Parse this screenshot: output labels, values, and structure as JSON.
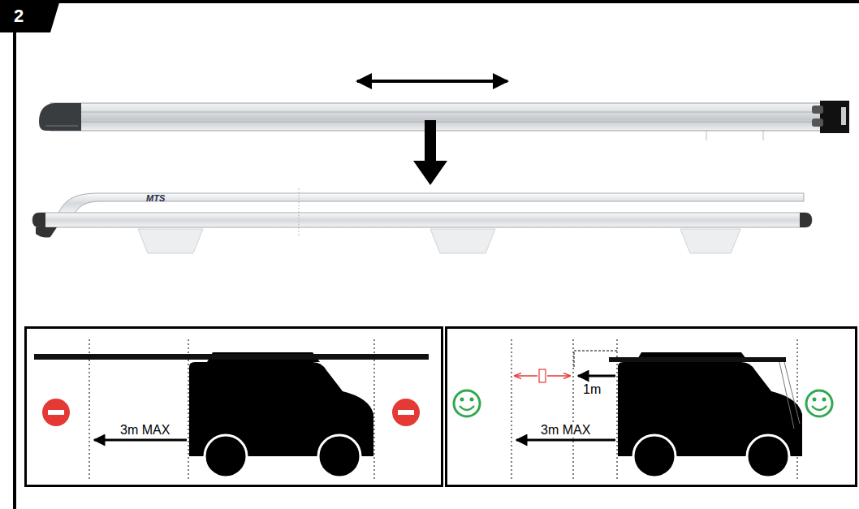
{
  "diagram": {
    "nodes": [
      {
        "text": [
          "2"
        ]
      },
      {
        "text": [
          "3m MAX"
        ]
      },
      {
        "text": [
          "1m",
          "3m MAX"
        ]
      }
    ],
    "labels": [
      "MTS"
    ]
  }
}
